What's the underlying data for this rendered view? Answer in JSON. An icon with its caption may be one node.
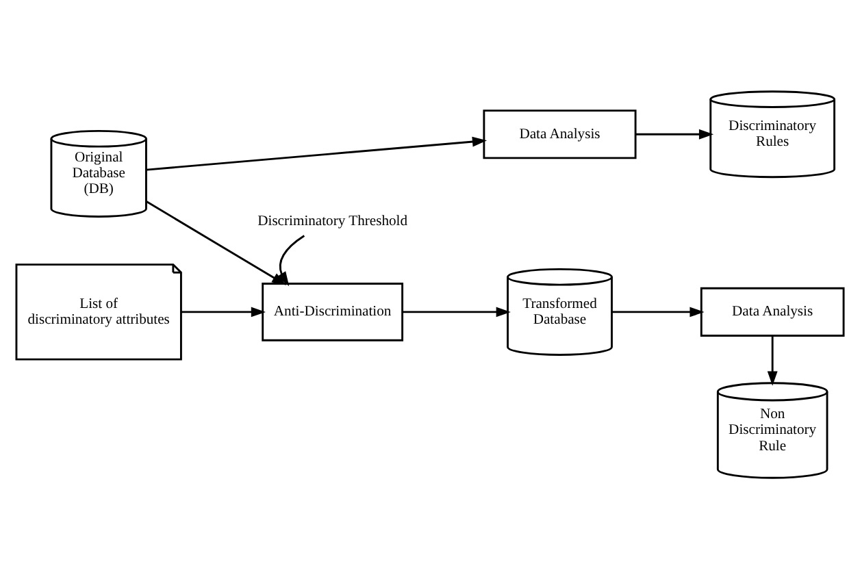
{
  "diagram": {
    "nodes": [
      {
        "text": [
          "Original Database (DB)"
        ]
      },
      {
        "text": [
          "Data Analysis"
        ]
      },
      {
        "text": [
          "Discriminatory Rules"
        ]
      },
      {
        "text": [
          "List of discriminatory attributes"
        ]
      },
      {
        "text": [
          "Anti-Discrimination"
        ]
      },
      {
        "text": [
          "Transformed Database"
        ]
      },
      {
        "text": [
          "Data Analysis"
        ]
      },
      {
        "text": [
          "Non Discriminatory Rule"
        ]
      },
      {
        "text": [
          "Discriminatory Threshold"
        ]
      }
    ],
    "edges": [
      {
        "from": 0,
        "to": 1,
        "arrow": "to"
      },
      {
        "from": 1,
        "to": 2,
        "arrow": "to"
      },
      {
        "from": 0,
        "to": 4,
        "arrow": "to"
      },
      {
        "from": 3,
        "to": 4,
        "arrow": "to"
      },
      {
        "from": 8,
        "to": 4,
        "arrow": "to"
      },
      {
        "from": 4,
        "to": 5,
        "arrow": "to"
      },
      {
        "from": 5,
        "to": 6,
        "arrow": "to"
      },
      {
        "from": 6,
        "to": 7,
        "arrow": "to"
      }
    ]
  }
}
